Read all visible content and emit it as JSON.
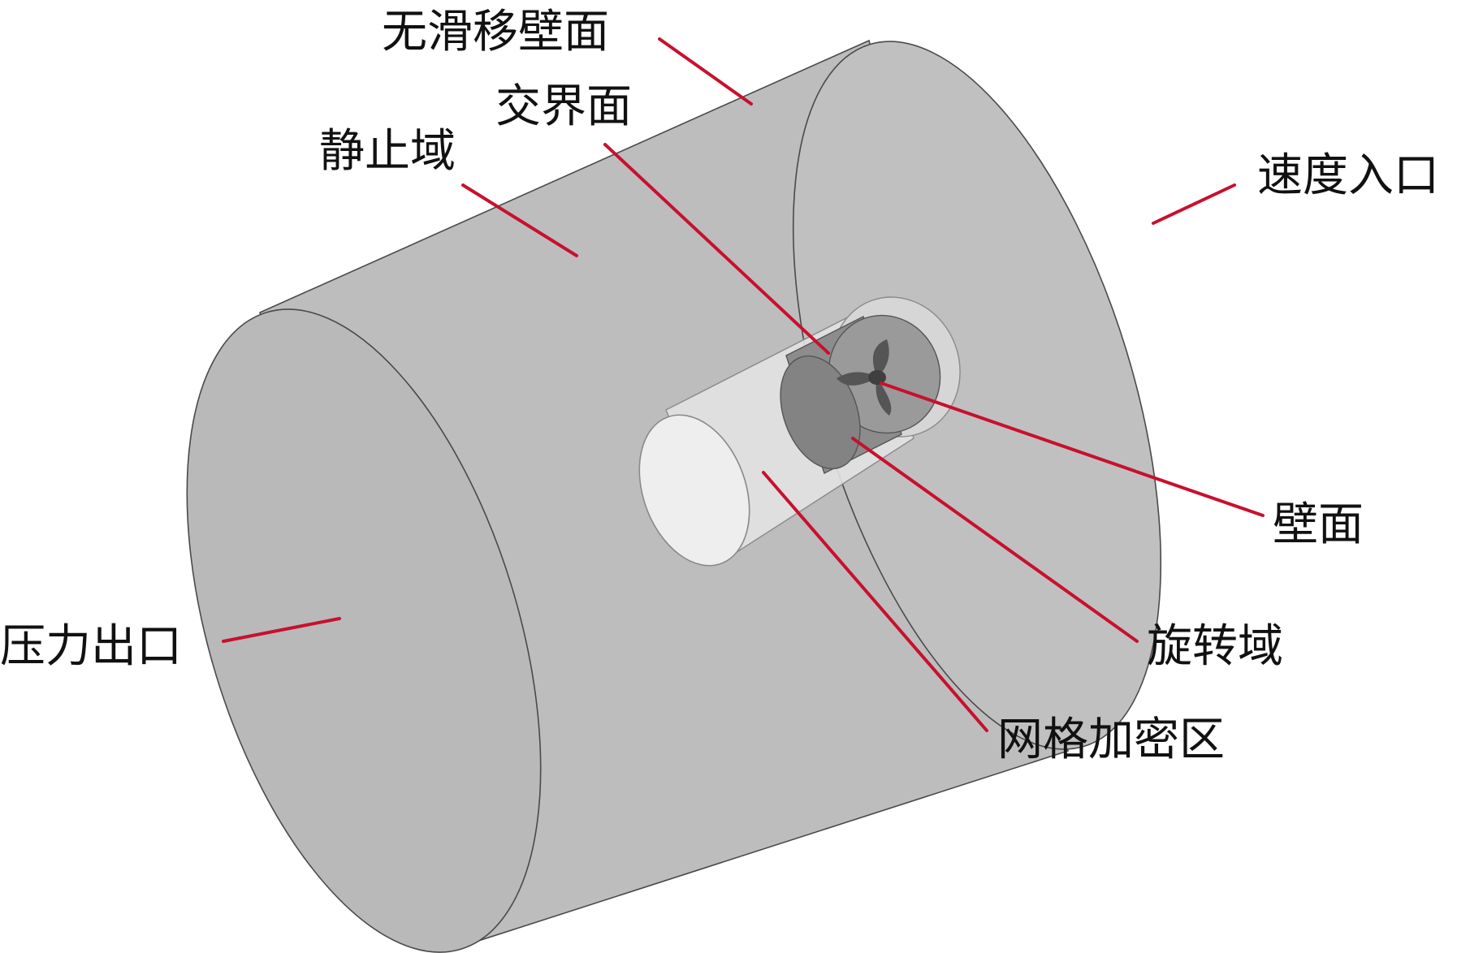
{
  "labels": {
    "no_slip_wall": "无滑移壁面",
    "interface": "交界面",
    "stationary_domain": "静止域",
    "velocity_inlet": "速度入口",
    "wall": "壁面",
    "rotating_domain": "旋转域",
    "pressure_outlet": "压力出口",
    "mesh_refinement_zone": "网格加密区"
  },
  "colors": {
    "leader_line": "#c8102e",
    "outer_cylinder": "#bdbdbd",
    "outlet_face": "#b9b9b9",
    "inlet_face": "#c0c0c0",
    "refinement_cylinder": "#e2e2e2",
    "rotating_domain": "#8c8c8c",
    "propeller": "#555555"
  },
  "icons": {
    "propeller": "propeller-icon"
  }
}
